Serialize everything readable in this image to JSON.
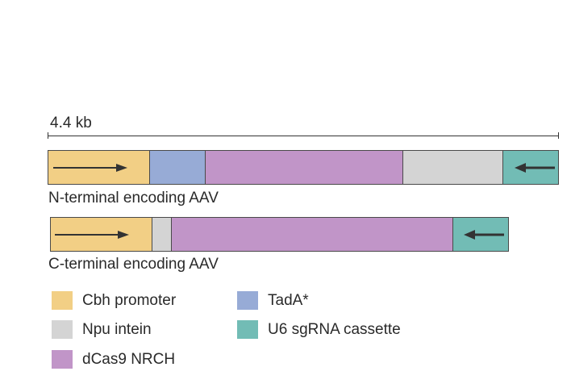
{
  "scale": {
    "label": "4.4 kb"
  },
  "colors": {
    "cbh_promoter": "#f2cf85",
    "tada": "#97abd6",
    "dcas9_nrch": "#c195c8",
    "npu_intein": "#d4d4d4",
    "u6_cassette": "#72bcb5",
    "outline": "#4a4a4a",
    "arrow": "#333333"
  },
  "constructs": [
    {
      "label": "N-terminal encoding AAV"
    },
    {
      "label": "C-terminal encoding AAV"
    }
  ],
  "legend": [
    {
      "label": "Cbh promoter"
    },
    {
      "label": "Npu intein"
    },
    {
      "label": "dCas9 NRCH"
    },
    {
      "label": "TadA*"
    },
    {
      "label": "U6 sgRNA cassette"
    }
  ]
}
